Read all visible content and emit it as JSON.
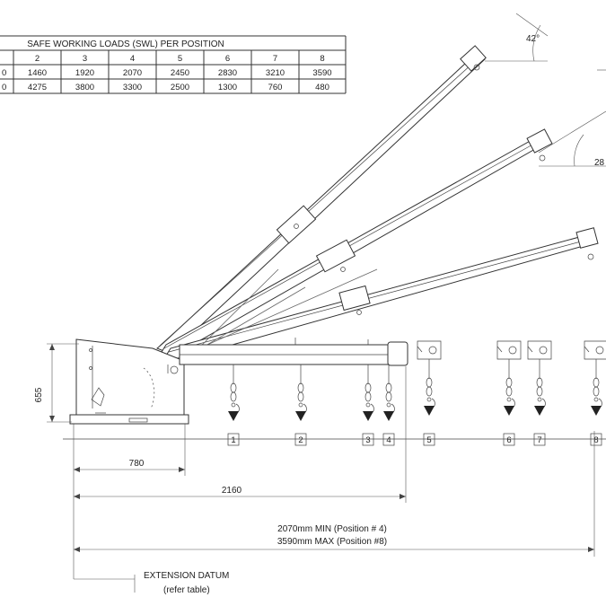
{
  "swl_table": {
    "title": "SAFE WORKING LOADS (SWL) PER POSITION",
    "positions": [
      "2",
      "3",
      "4",
      "5",
      "6",
      "7",
      "8"
    ],
    "rows": [
      {
        "lead": "0",
        "values": [
          "1460",
          "1920",
          "2070",
          "2450",
          "2830",
          "3210",
          "3590"
        ]
      },
      {
        "lead": "0",
        "values": [
          "4275",
          "3800",
          "3300",
          "2500",
          "1300",
          "760",
          "480"
        ]
      }
    ]
  },
  "angles": {
    "top": "42°",
    "middle": "28"
  },
  "hook_positions": [
    "1",
    "2",
    "3",
    "4",
    "5",
    "6",
    "7",
    "8"
  ],
  "dimensions": {
    "height": "655",
    "base": "780",
    "extension": "2160",
    "range_min": "2070mm MIN (Position # 4)",
    "range_max": "3590mm MAX (Position #8)"
  },
  "datum": {
    "label": "EXTENSION DATUM",
    "note": "(refer table)"
  }
}
